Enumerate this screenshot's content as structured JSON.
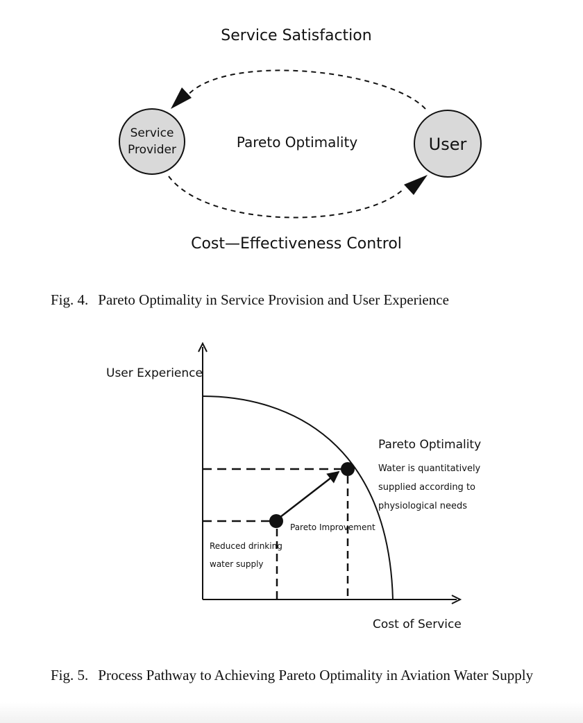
{
  "figure4": {
    "top_label": "Service Satisfaction",
    "left_node": {
      "line1": "Service",
      "line2": "Provider"
    },
    "center_label": "Pareto Optimality",
    "right_node": "User",
    "bottom_label": "Cost—Effectiveness Control",
    "caption_number": "Fig. 4.",
    "caption_text": "Pareto Optimality in Service Provision and User Experience"
  },
  "figure5": {
    "y_axis_label": "User Experience",
    "x_axis_label": "Cost of Service",
    "optimal_title": "Pareto Optimality",
    "optimal_desc": [
      "Water is quantitatively",
      "supplied according to",
      "physiological needs"
    ],
    "improvement_label": "Pareto Improvement",
    "reduced_desc": [
      "Reduced drinking",
      "water supply"
    ],
    "caption_number": "Fig. 5.",
    "caption_text": "Process Pathway to Achieving Pareto Optimality in Aviation Water Supply"
  },
  "colors": {
    "node_fill": "#d9d9d9",
    "ink": "#111111"
  }
}
